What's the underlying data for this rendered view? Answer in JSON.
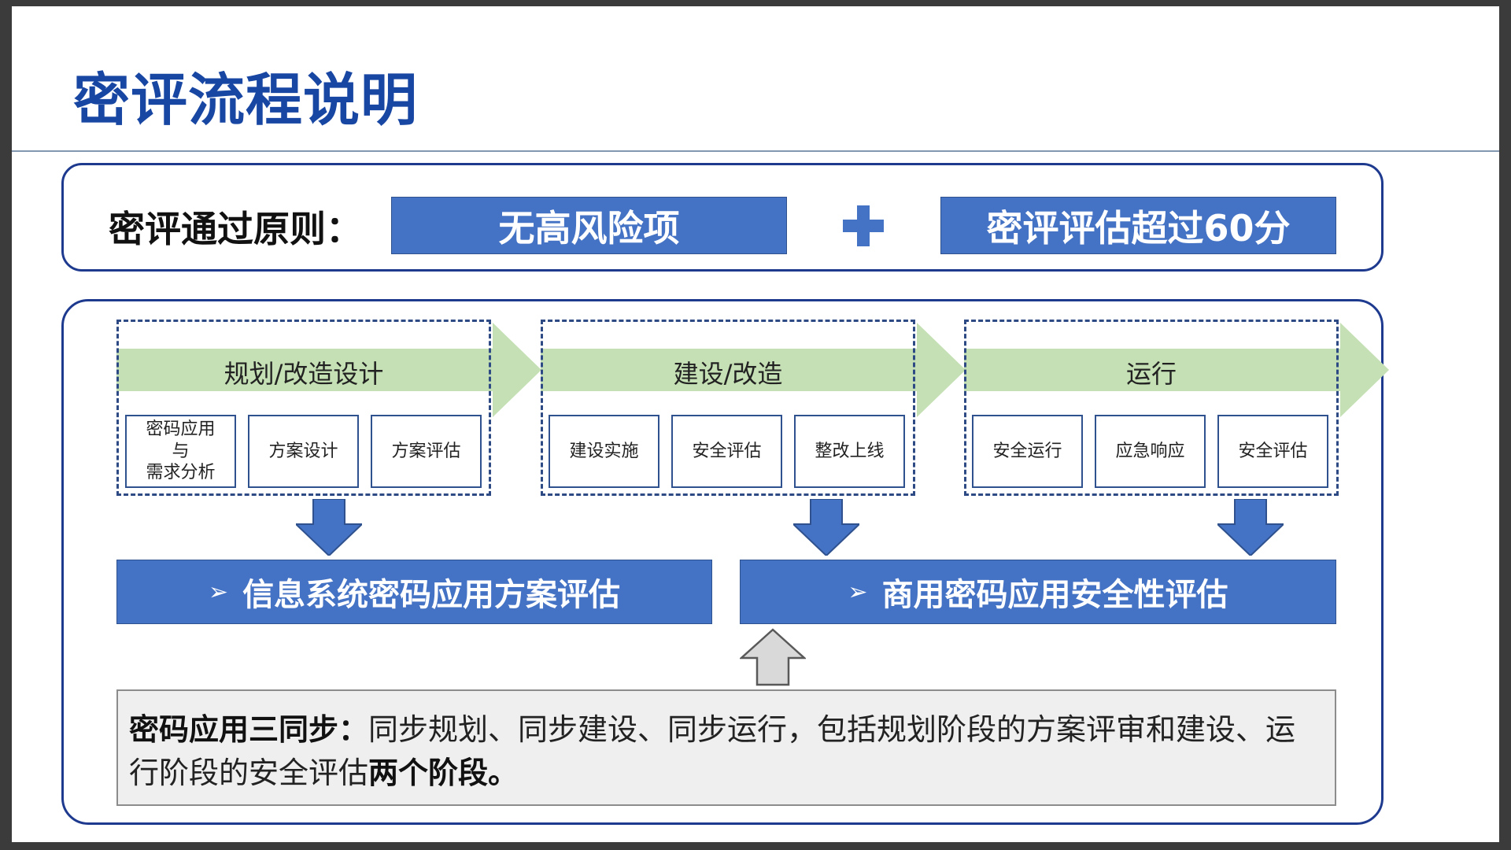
{
  "title": "密评流程说明",
  "principle": {
    "label": "密评通过原则：",
    "item1": "无高风险项",
    "item2": "密评评估超过60分"
  },
  "phases": [
    {
      "name": "规划/改造设计",
      "steps": [
        "密码应用\n与\n需求分析",
        "方案设计",
        "方案评估"
      ]
    },
    {
      "name": "建设/改造",
      "steps": [
        "建设实施",
        "安全评估",
        "整改上线"
      ]
    },
    {
      "name": "运行",
      "steps": [
        "安全运行",
        "应急响应",
        "安全评估"
      ]
    }
  ],
  "results": {
    "marker": "➢",
    "left": "信息系统密码应用方案评估",
    "right": "商用密码应用安全性评估"
  },
  "note": {
    "bold_head": "密码应用三同步：",
    "body": "同步规划、同步建设、同步运行，包括规划阶段的方案评审和建设、运行阶段的安全评估",
    "bold_tail": "两个阶段。"
  },
  "colors": {
    "title": "#1846a3",
    "box_blue": "#4472c4",
    "border_navy": "#1e3a8f",
    "phase_green": "#c5e0b4",
    "note_bg": "#efefef"
  }
}
